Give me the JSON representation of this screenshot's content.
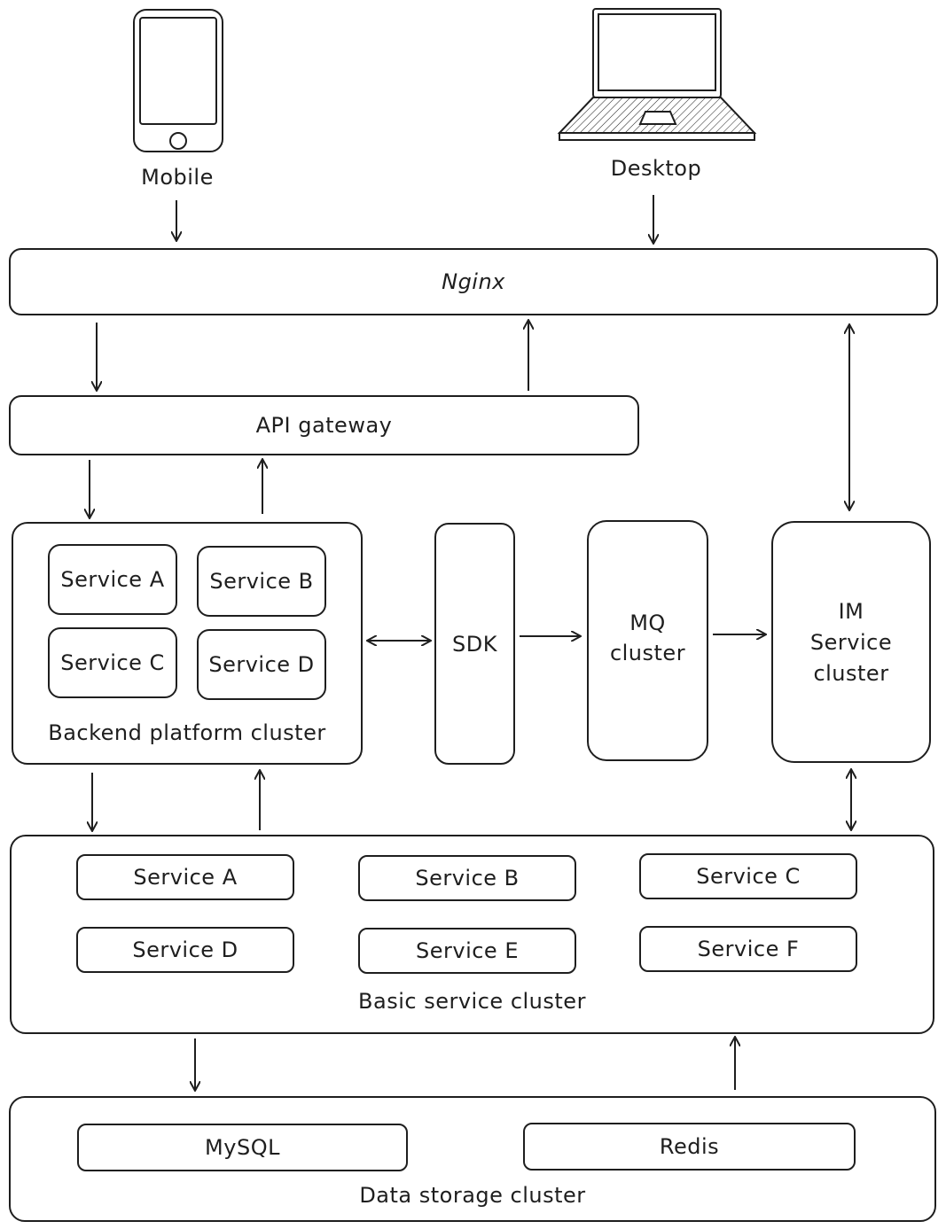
{
  "clients": {
    "mobile": "Mobile",
    "desktop": "Desktop"
  },
  "nginx": "Nginx",
  "api_gateway": "API gateway",
  "backend": {
    "title": "Backend platform cluster",
    "services": [
      "Service A",
      "Service B",
      "Service C",
      "Service D"
    ]
  },
  "sdk": "SDK",
  "mq": {
    "line1": "MQ",
    "line2": "cluster"
  },
  "im": {
    "line1": "IM",
    "line2": "Service",
    "line3": "cluster"
  },
  "basic": {
    "title": "Basic service cluster",
    "services": [
      "Service A",
      "Service B",
      "Service C",
      "Service D",
      "Service E",
      "Service F"
    ]
  },
  "storage": {
    "title": "Data storage cluster",
    "items": [
      "MySQL",
      "Redis"
    ]
  }
}
